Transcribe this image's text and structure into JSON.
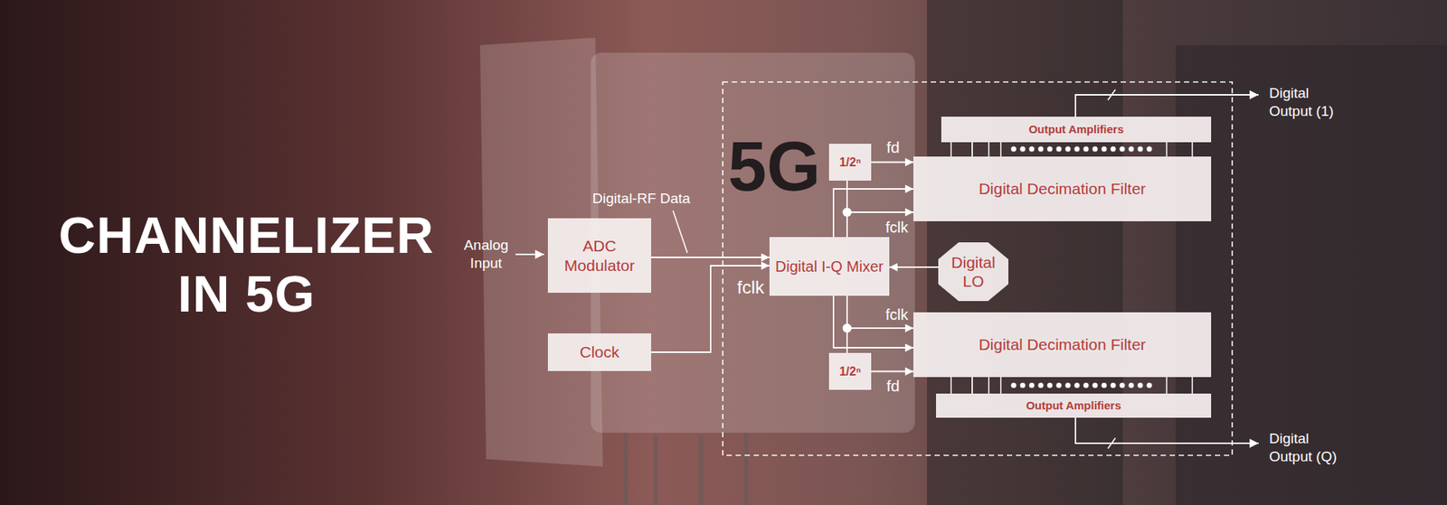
{
  "diagram": {
    "title": "CHANNELIZER IN 5G",
    "nodes": [
      {
        "text": [
          "ADC Modulator"
        ]
      },
      {
        "text": [
          "Clock"
        ]
      },
      {
        "text": [
          "Digital I-Q Mixer"
        ]
      },
      {
        "text": [
          "Digital LO"
        ]
      },
      {
        "text": [
          "1/2ⁿ"
        ]
      },
      {
        "text": [
          "Output Amplifiers"
        ]
      },
      {
        "text": [
          "Digital Decimation Filter"
        ]
      },
      {
        "text": [
          "Digital Decimation Filter"
        ]
      },
      {
        "text": [
          "Output Amplifiers"
        ]
      },
      {
        "text": [
          "1/2ⁿ"
        ]
      }
    ],
    "edges": [
      {
        "from": 0,
        "to": 2,
        "arrow": "to"
      },
      {
        "from": 1,
        "to": 2,
        "arrow": "to"
      },
      {
        "from": 3,
        "to": 2,
        "arrow": "to"
      },
      {
        "from": 2,
        "to": 6,
        "arrow": "to"
      },
      {
        "from": 2,
        "to": 4,
        "arrow": "none"
      },
      {
        "from": 4,
        "to": 6,
        "arrow": "to"
      },
      {
        "from": 2,
        "to": 6,
        "arrow": "to"
      },
      {
        "from": 2,
        "to": 7,
        "arrow": "to"
      },
      {
        "from": 2,
        "to": 9,
        "arrow": "none"
      },
      {
        "from": 9,
        "to": 7,
        "arrow": "to"
      },
      {
        "from": 2,
        "to": 7,
        "arrow": "to"
      },
      {
        "from": 6,
        "to": 5,
        "arrow": "none"
      },
      {
        "from": 7,
        "to": 8,
        "arrow": "none"
      }
    ],
    "labels": [
      "5G",
      "Analog Input",
      "Digital-RF Data",
      "fclk",
      "fd",
      "fclk",
      "fclk",
      "fd",
      "Digital Output (1)",
      "Digital Output (Q)"
    ]
  }
}
